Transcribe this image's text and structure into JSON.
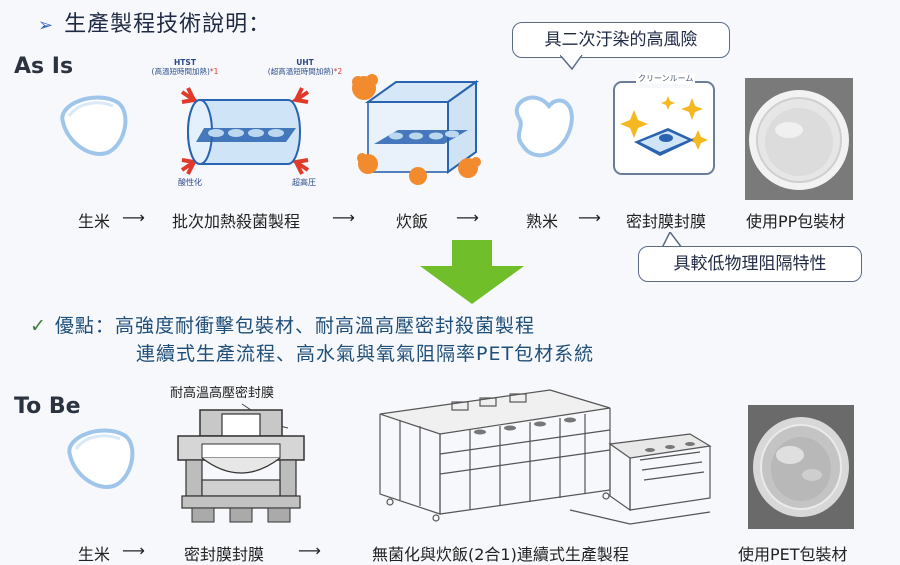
{
  "title": "生產製程技術說明：",
  "as_is_label": "As Is",
  "to_be_label": "To Be",
  "risk_bubble": "具二次汙染的高風險",
  "barrier_bubble": "具較低物理阻隔特性",
  "hot_labels": {
    "htst": "HTST",
    "htst_sub": "(高溫短時間加熱)",
    "htst_mark": "*1",
    "uht": "UHT",
    "uht_sub": "(超高溫短時間加熱)",
    "uht_mark": "*2",
    "oxidation": "酸性化",
    "pressure": "超高圧"
  },
  "cleanroom_label": "クリーンルーム",
  "as_is_flow": [
    "生米",
    "批次加熱殺菌製程",
    "炊飯",
    "熟米",
    "密封膜封膜",
    "使用PP包裝材"
  ],
  "advantages": {
    "prefix": "優點：",
    "line1": "高強度耐衝擊包裝材、耐高溫高壓密封殺菌製程",
    "line2": "連續式生產流程、高水氣與氧氣阻隔率PET包材系統"
  },
  "seal_film_label": "耐高溫高壓密封膜",
  "to_be_flow": [
    "生米",
    "密封膜封膜",
    "無菌化與炊飯(2合1)連續式生產製程",
    "使用PET包裝材"
  ],
  "colors": {
    "accent_blue": "#3b66c4",
    "green_arrow": "#6fbe2a",
    "text_blue": "#1f4e79",
    "check_green": "#3a7d44",
    "red_arrow": "#e03a2a",
    "orange_blob": "#f28a2e"
  }
}
